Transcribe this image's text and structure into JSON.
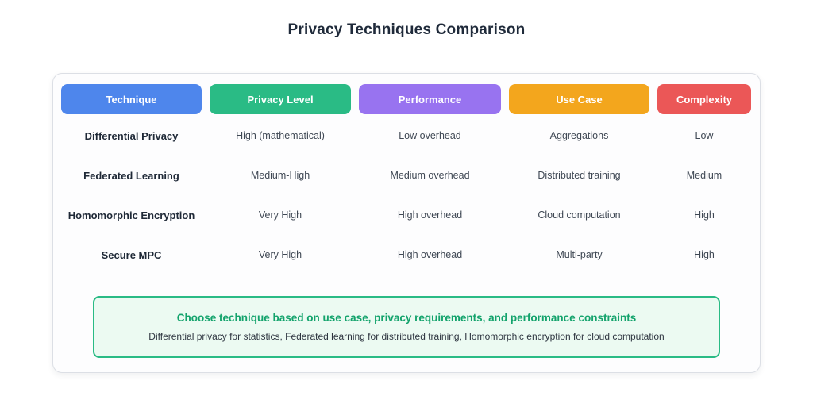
{
  "title": "Privacy Techniques Comparison",
  "table": {
    "headers": [
      {
        "label": "Technique",
        "color": "#4e86ec"
      },
      {
        "label": "Privacy Level",
        "color": "#2abb85"
      },
      {
        "label": "Performance",
        "color": "#9873f0"
      },
      {
        "label": "Use Case",
        "color": "#f3a61d"
      },
      {
        "label": "Complexity",
        "color": "#eb5757"
      }
    ],
    "rows": [
      [
        "Differential Privacy",
        "High (mathematical)",
        "Low overhead",
        "Aggregations",
        "Low"
      ],
      [
        "Federated Learning",
        "Medium-High",
        "Medium overhead",
        "Distributed training",
        "Medium"
      ],
      [
        "Homomorphic Encryption",
        "Very High",
        "High overhead",
        "Cloud computation",
        "High"
      ],
      [
        "Secure MPC",
        "Very High",
        "High overhead",
        "Multi-party",
        "High"
      ]
    ]
  },
  "note": {
    "title": "Choose technique based on use case, privacy requirements, and performance constraints",
    "subtitle": "Differential privacy for statistics, Federated learning for distributed training, Homomorphic encryption for cloud computation",
    "accent_color": "#2abb85",
    "background_color": "#ecfaf2"
  },
  "chart_data": {
    "type": "table",
    "title": "Privacy Techniques Comparison",
    "columns": [
      "Technique",
      "Privacy Level",
      "Performance",
      "Use Case",
      "Complexity"
    ],
    "column_colors": [
      "#4e86ec",
      "#2abb85",
      "#9873f0",
      "#f3a61d",
      "#eb5757"
    ],
    "rows": [
      [
        "Differential Privacy",
        "High (mathematical)",
        "Low overhead",
        "Aggregations",
        "Low"
      ],
      [
        "Federated Learning",
        "Medium-High",
        "Medium overhead",
        "Distributed training",
        "Medium"
      ],
      [
        "Homomorphic Encryption",
        "Very High",
        "High overhead",
        "Cloud computation",
        "High"
      ],
      [
        "Secure MPC",
        "Very High",
        "High overhead",
        "Multi-party",
        "High"
      ]
    ],
    "annotations": [
      "Choose technique based on use case, privacy requirements, and performance constraints",
      "Differential privacy for statistics, Federated learning for distributed training, Homomorphic encryption for cloud computation"
    ],
    "legend_position": "none",
    "grid": false
  }
}
